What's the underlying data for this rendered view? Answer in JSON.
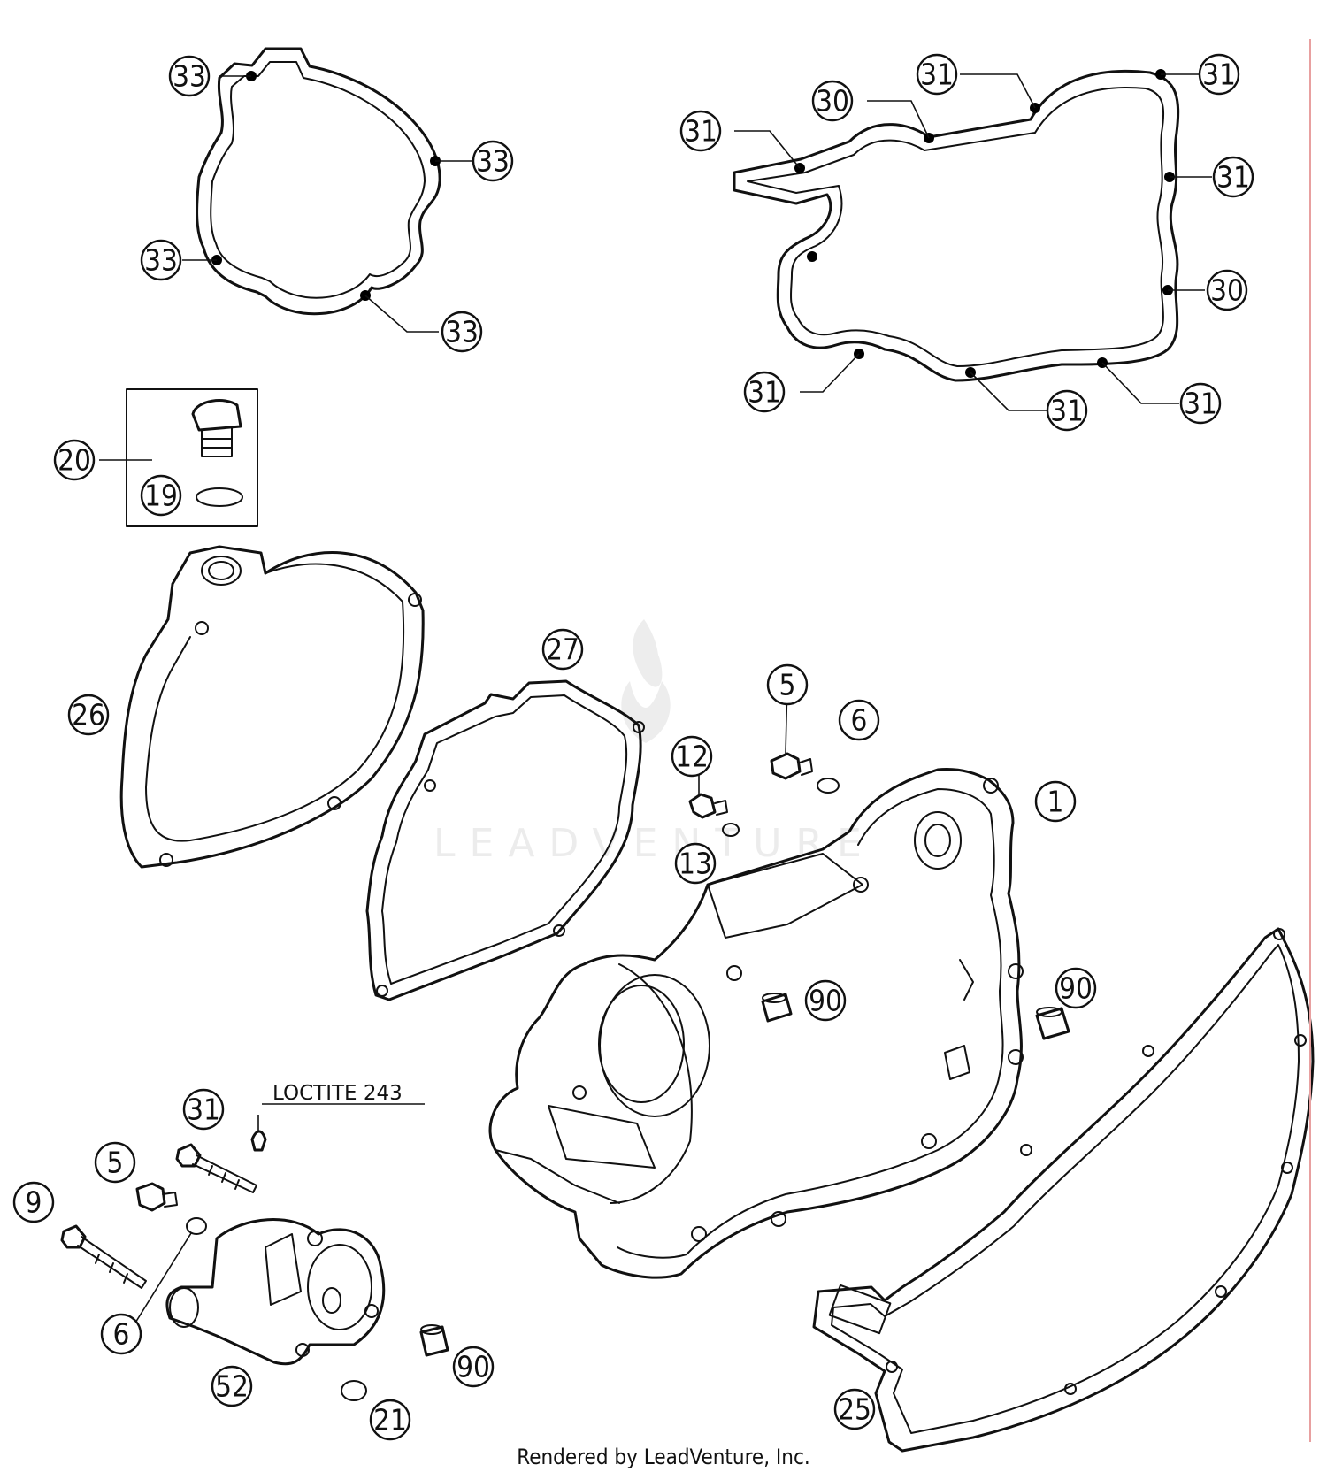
{
  "watermark": {
    "text": "LEADVENTURE"
  },
  "note": {
    "loctite": "LOCTITE 243"
  },
  "footer": {
    "credit": "Rendered by LeadVenture, Inc."
  },
  "colors": {
    "line": "#111111",
    "background": "#ffffff",
    "margin_rule": "#e8a0a0",
    "watermark": "#ececec"
  },
  "callouts": [
    "33",
    "33",
    "33",
    "33",
    "31",
    "30",
    "31",
    "31",
    "31",
    "31",
    "30",
    "31",
    "31",
    "31",
    "20",
    "19",
    "26",
    "27",
    "5",
    "6",
    "12",
    "13",
    "1",
    "90",
    "90",
    "31",
    "5",
    "9",
    "6",
    "52",
    "90",
    "21",
    "25"
  ]
}
